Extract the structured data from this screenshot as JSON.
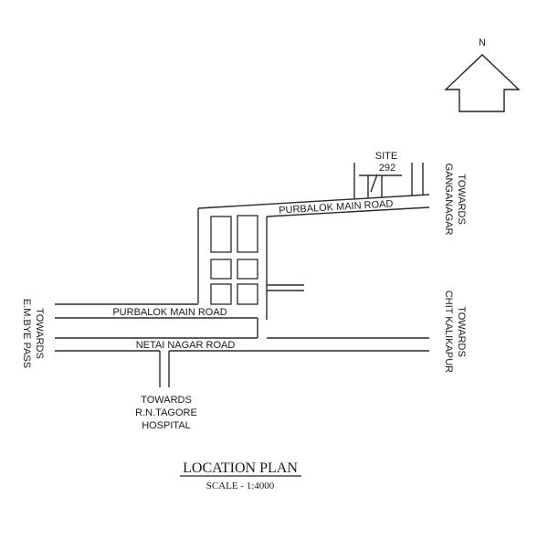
{
  "north": {
    "letter": "N"
  },
  "site": {
    "line1": "SITE",
    "line2": "292"
  },
  "towards": {
    "ganganagar": {
      "line1": "TOWARDS",
      "line2": "GANGANAGAR"
    },
    "em_bye_pass": {
      "line1": "TOWARDS",
      "line2": "E.M.BYE PASS"
    },
    "chit_kalikapur": {
      "line1": "TOWARDS",
      "line2": "CHIT KALIKAPUR"
    },
    "hospital": {
      "line1": "TOWARDS",
      "line2": "R.N.TAGORE",
      "line3": "HOSPITAL"
    }
  },
  "roads": {
    "purbalok_upper": "PURBALOK MAIN ROAD",
    "purbalok_lower": "PURBALOK MAIN ROAD",
    "netai_nagar": "NETAI NAGAR ROAD"
  },
  "title": "LOCATION PLAN",
  "scale": "SCALE - 1:4000"
}
